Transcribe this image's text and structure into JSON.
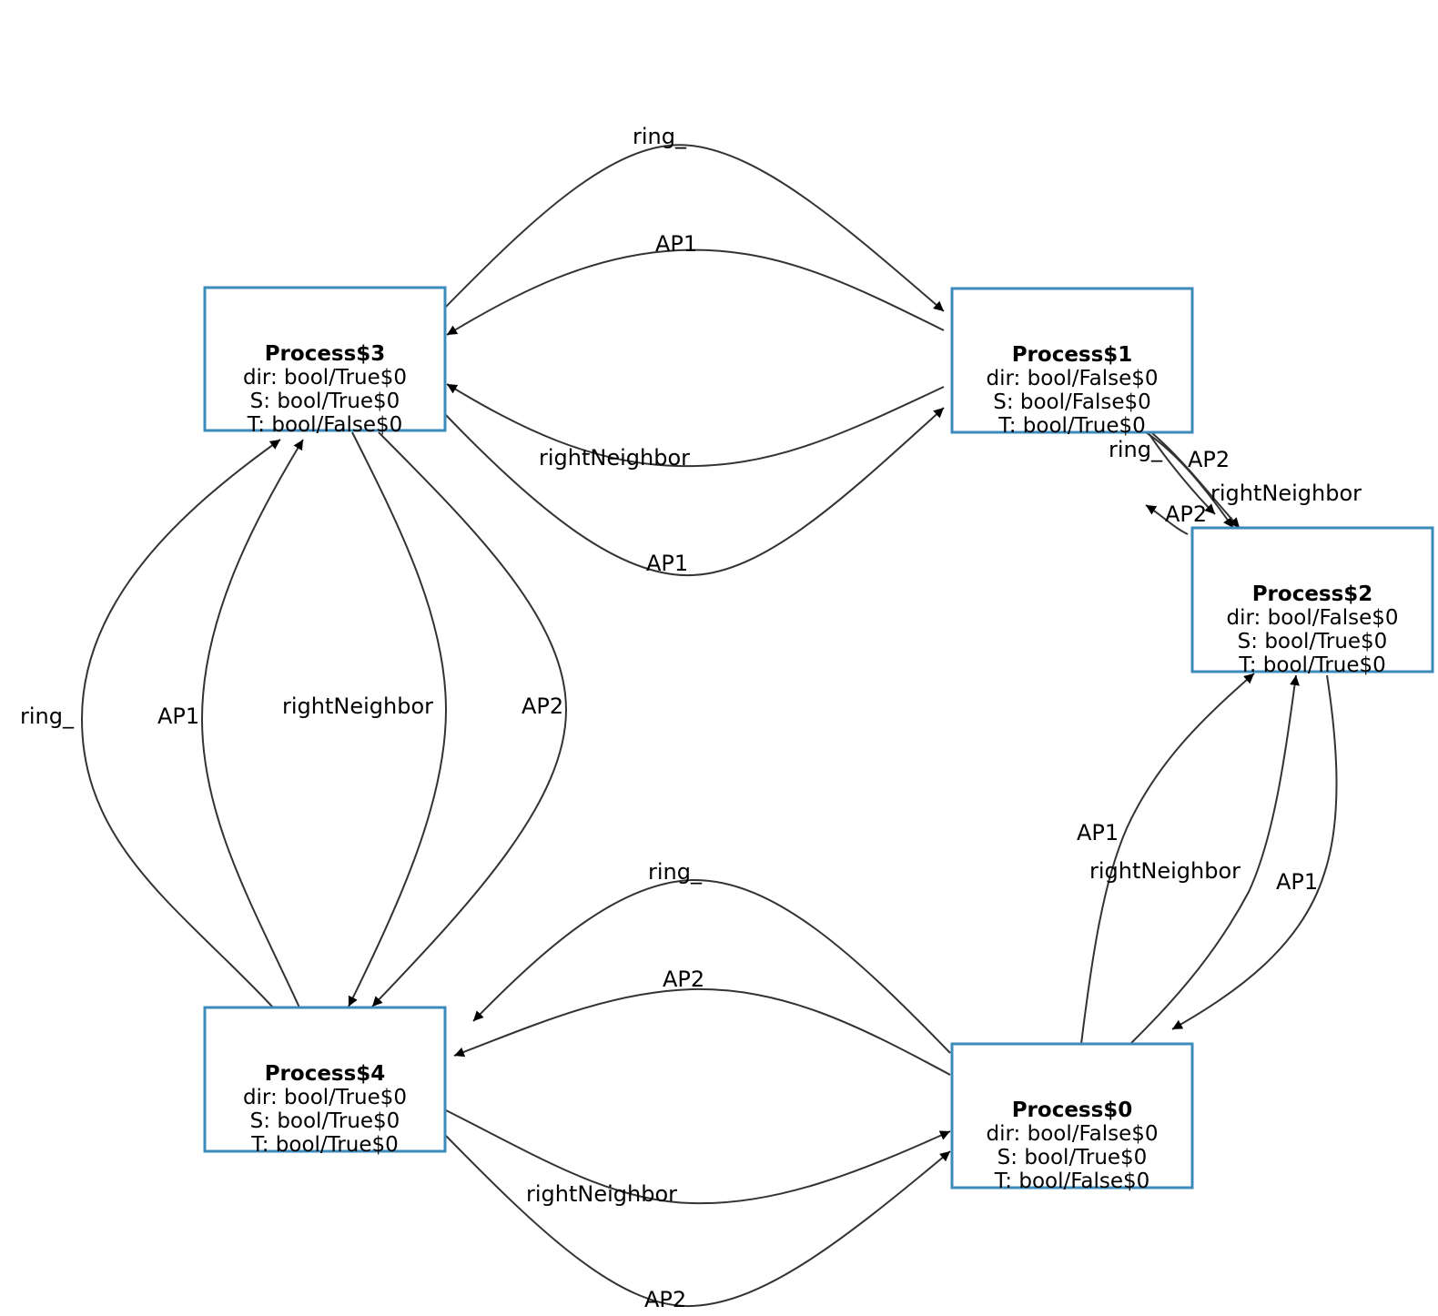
{
  "diagram": {
    "nodes": [
      {
        "id": "p3",
        "name": "Process$3",
        "attrs": [
          "dir: bool/True$0",
          "S: bool/True$0",
          "T: bool/False$0"
        ]
      },
      {
        "id": "p1",
        "name": "Process$1",
        "attrs": [
          "dir: bool/False$0",
          "S: bool/False$0",
          "T: bool/True$0"
        ]
      },
      {
        "id": "p2",
        "name": "Process$2",
        "attrs": [
          "dir: bool/False$0",
          "S: bool/True$0",
          "T: bool/True$0"
        ]
      },
      {
        "id": "p4",
        "name": "Process$4",
        "attrs": [
          "dir: bool/True$0",
          "S: bool/True$0",
          "T: bool/True$0"
        ]
      },
      {
        "id": "p0",
        "name": "Process$0",
        "attrs": [
          "dir: bool/False$0",
          "S: bool/True$0",
          "T: bool/False$0"
        ]
      }
    ],
    "edges": [
      {
        "from": "p3",
        "to": "p1",
        "label": "ring_"
      },
      {
        "from": "p1",
        "to": "p3",
        "label": "AP1"
      },
      {
        "from": "p1",
        "to": "p3",
        "label": "rightNeighbor"
      },
      {
        "from": "p3",
        "to": "p1",
        "label": "AP1"
      },
      {
        "from": "p1",
        "to": "p2",
        "label": "ring_"
      },
      {
        "from": "p1",
        "to": "p2",
        "label": "AP2"
      },
      {
        "from": "p1",
        "to": "p2",
        "label": "rightNeighbor"
      },
      {
        "from": "p2",
        "to": "p1",
        "label": "AP2"
      },
      {
        "from": "p4",
        "to": "p3",
        "label": "ring_"
      },
      {
        "from": "p4",
        "to": "p3",
        "label": "AP1"
      },
      {
        "from": "p3",
        "to": "p4",
        "label": "rightNeighbor"
      },
      {
        "from": "p3",
        "to": "p4",
        "label": "AP2"
      },
      {
        "from": "p0",
        "to": "p2",
        "label": "AP1"
      },
      {
        "from": "p0",
        "to": "p2",
        "label": "rightNeighbor"
      },
      {
        "from": "p2",
        "to": "p0",
        "label": "AP1"
      },
      {
        "from": "p0",
        "to": "p4",
        "label": "ring_"
      },
      {
        "from": "p0",
        "to": "p4",
        "label": "AP2"
      },
      {
        "from": "p4",
        "to": "p0",
        "label": "rightNeighbor"
      },
      {
        "from": "p4",
        "to": "p0",
        "label": "AP2"
      }
    ]
  }
}
